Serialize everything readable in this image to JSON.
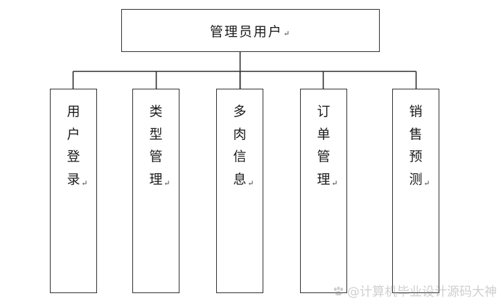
{
  "diagram": {
    "type": "org-tree",
    "background_color": "#ffffff",
    "line_color": "#2b2b2b",
    "text_color": "#1a1a1a",
    "paragraph_mark": "↵",
    "root": {
      "label": "管理员用户",
      "full_text": "管理员用户↵"
    },
    "children": [
      {
        "id": "user-login",
        "label": "用户登录",
        "full_text": "用户登录↵",
        "chars": [
          "用",
          "户",
          "登",
          "录"
        ]
      },
      {
        "id": "type-management",
        "label": "类型管理",
        "full_text": "类型管理↵",
        "chars": [
          "类",
          "型",
          "管",
          "理"
        ]
      },
      {
        "id": "succulent-info",
        "label": "多肉信息",
        "full_text": "多肉信息↵",
        "chars": [
          "多",
          "肉",
          "信",
          "息"
        ]
      },
      {
        "id": "order-management",
        "label": "订单管理",
        "full_text": "订单管理↵",
        "chars": [
          "订",
          "单",
          "管",
          "理"
        ]
      },
      {
        "id": "sales-forecast",
        "label": "销售预测",
        "full_text": "销售预测↵",
        "chars": [
          "销",
          "售",
          "预",
          "测"
        ]
      }
    ]
  },
  "watermark": {
    "text": "@计算机毕业设计源码大神",
    "logo_icon": "paw-print-icon",
    "color": "#8e8e8e"
  }
}
